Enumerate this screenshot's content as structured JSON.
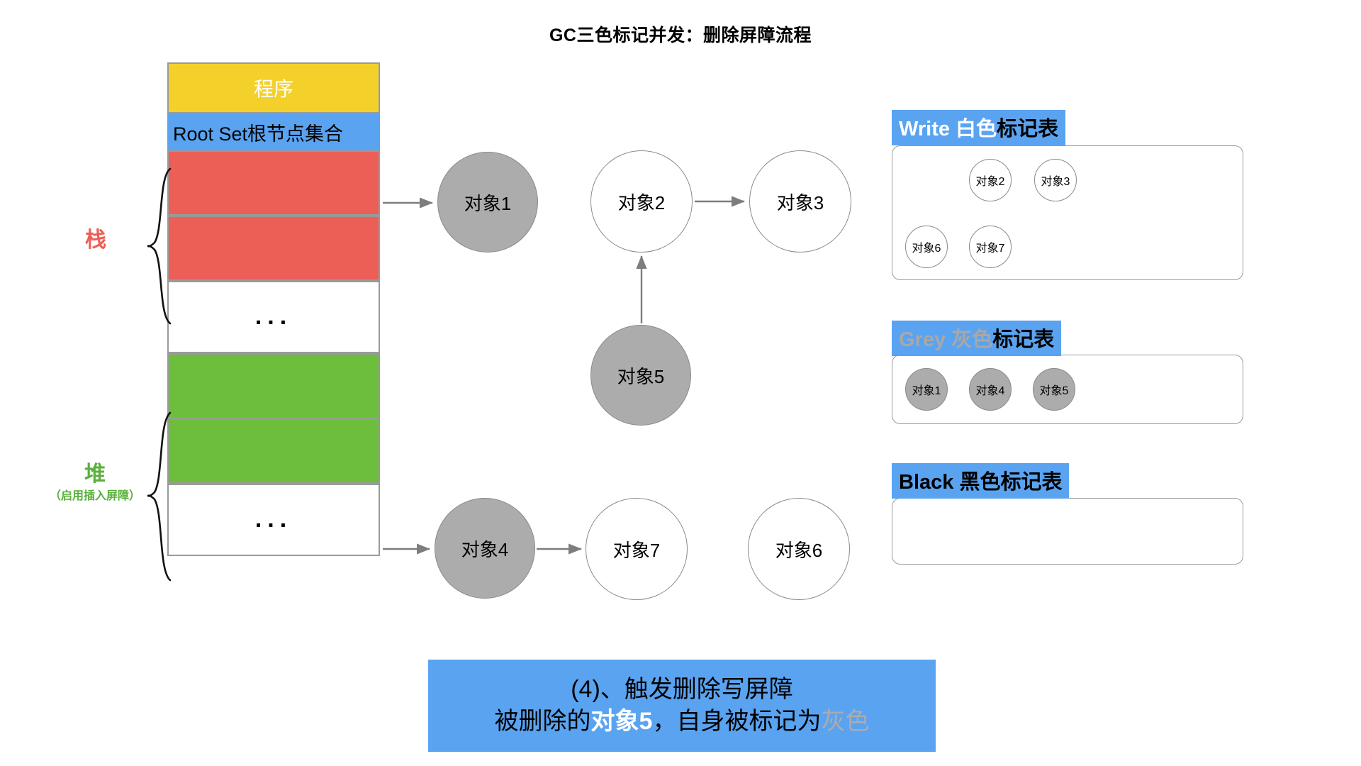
{
  "title": "GC三色标记并发：删除屏障流程",
  "memory": {
    "program_label": "程序",
    "root_set_label": "Root Set根节点集合",
    "ellipsis": "...",
    "stack_label": "栈",
    "heap_label": "堆",
    "heap_sub_label": "（启用插入屏障）"
  },
  "graph": {
    "nodes": [
      {
        "id": "obj1",
        "label": "对象1",
        "color": "grey"
      },
      {
        "id": "obj2",
        "label": "对象2",
        "color": "white"
      },
      {
        "id": "obj3",
        "label": "对象3",
        "color": "white"
      },
      {
        "id": "obj5",
        "label": "对象5",
        "color": "grey"
      },
      {
        "id": "obj4",
        "label": "对象4",
        "color": "grey"
      },
      {
        "id": "obj7",
        "label": "对象7",
        "color": "white"
      },
      {
        "id": "obj6",
        "label": "对象6",
        "color": "white"
      }
    ]
  },
  "tables": {
    "white": {
      "title_prefix": "Write",
      "title_color_word": "白色",
      "title_suffix": "标记表",
      "items": [
        "对象2",
        "对象3",
        "对象6",
        "对象7"
      ]
    },
    "grey": {
      "title_prefix": "Grey",
      "title_color_word": "灰色",
      "title_suffix": "标记表",
      "items": [
        "对象1",
        "对象4",
        "对象5"
      ]
    },
    "black": {
      "title_prefix": "Black",
      "title_color_word": "黑色",
      "title_suffix": "标记表",
      "items": []
    }
  },
  "caption": {
    "line1": "(4)、触发删除写屏障",
    "line2_a": "被删除的",
    "line2_b": "对象5",
    "line2_c": "，自身被标记为",
    "line2_d": "灰色"
  },
  "colors": {
    "program_yellow": "#F4D02A",
    "rootset_blue": "#5AA3F0",
    "stack_red": "#EB5F56",
    "heap_green": "#6CBE3C",
    "grey_object": "#ACACAC",
    "border_grey": "#9A9A9A"
  }
}
